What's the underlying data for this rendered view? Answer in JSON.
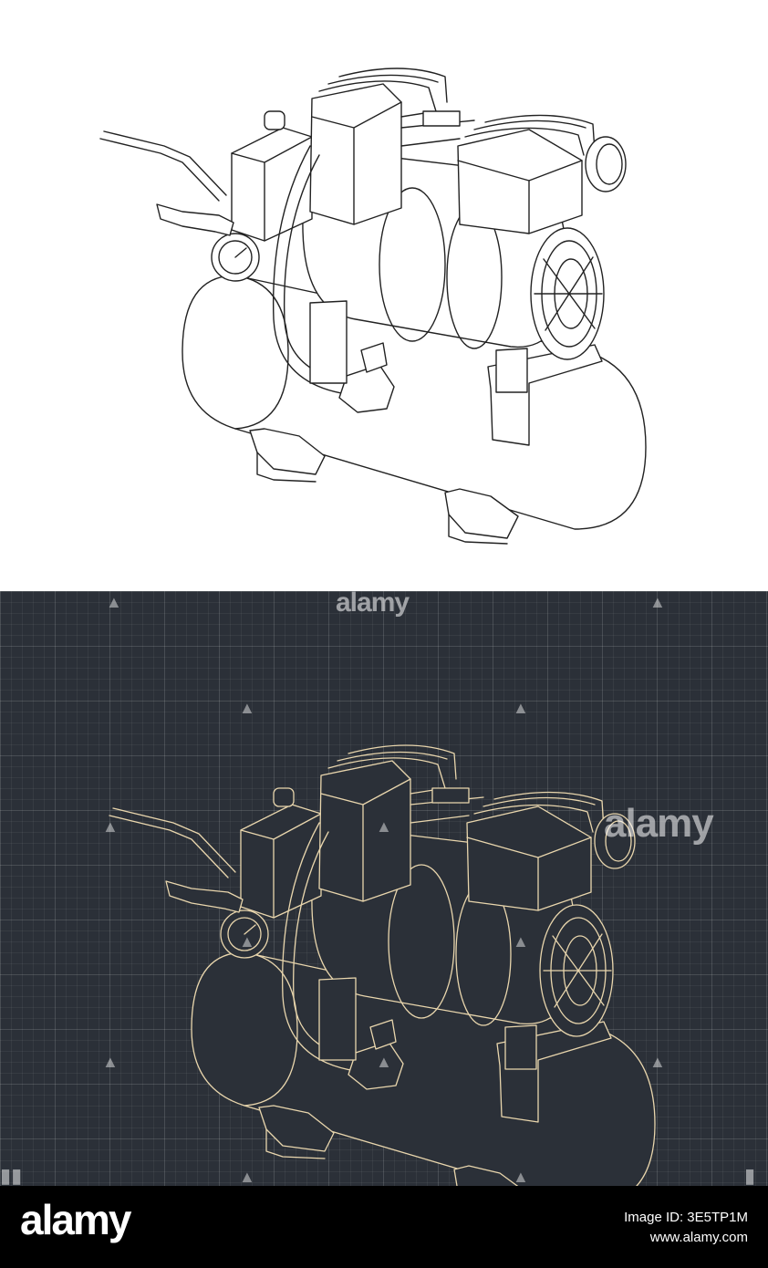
{
  "watermark": {
    "brand": "alamy"
  },
  "footer": {
    "logo": "alamy",
    "image_id": "Image ID: 3E5TP1M",
    "site": "www.alamy.com"
  },
  "colors": {
    "light_background": "#ffffff",
    "light_line": "#222222",
    "dark_background": "#2b3038",
    "dark_line": "#e9d6ad",
    "footer_background": "#000000"
  }
}
